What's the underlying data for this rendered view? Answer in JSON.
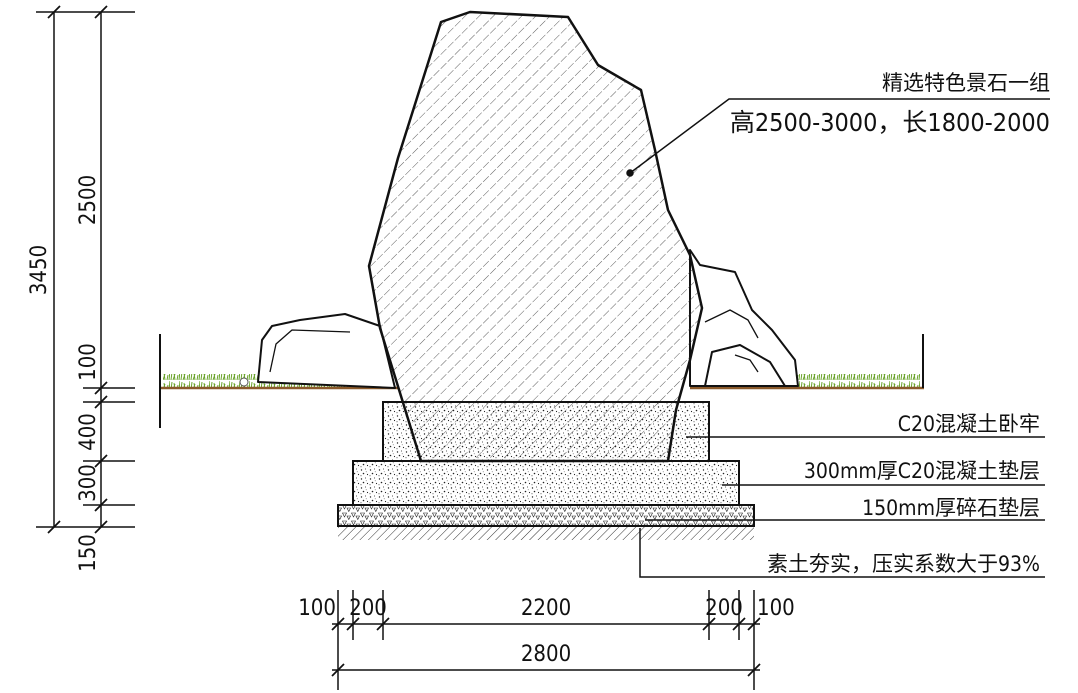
{
  "labels": {
    "stone_name": "精选特色景石一组",
    "stone_size": "高2500-3000，长1800-2000",
    "bedding": "C20混凝土卧牢",
    "concrete_cushion": "300mm厚C20混凝土垫层",
    "gravel_cushion": "150mm厚碎石垫层",
    "soil": "素土夯实，压实系数大于93%"
  },
  "dimensions": {
    "vertical_total": "3450",
    "vertical_stone": "2500",
    "vertical_a": "100",
    "vertical_b": "400",
    "vertical_c": "300",
    "vertical_d": "150",
    "horizontal_a": "100",
    "horizontal_b": "200",
    "horizontal_c": "2200",
    "horizontal_d": "200",
    "horizontal_e": "100",
    "horizontal_total": "2800"
  },
  "colors": {
    "line": "#111111",
    "grass": "#6aa32a",
    "ground": "#8b5a2b"
  }
}
